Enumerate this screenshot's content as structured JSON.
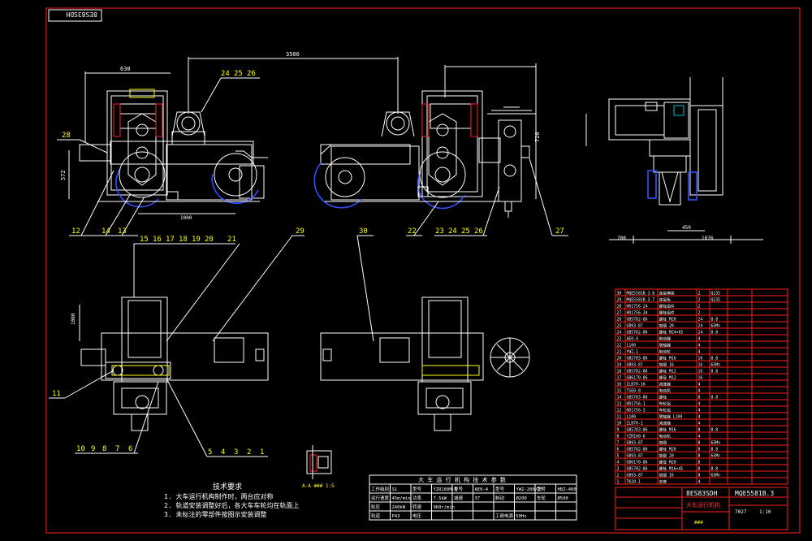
{
  "drawing_no": "8ES83SDH",
  "dimensions": {
    "top_span": "3500",
    "left_width": "630",
    "left_height": "572",
    "left_bottom": "1000",
    "right_height": "720",
    "side_a": "700",
    "side_b": "450",
    "side_c": "1076",
    "plan_height": "1080"
  },
  "balloons": {
    "top_left": [
      "24",
      "25",
      "26"
    ],
    "left_side": [
      "28"
    ],
    "left_bottom": [
      "12",
      "14",
      "13"
    ],
    "mid_row": [
      "15",
      "16",
      "17",
      "18",
      "19",
      "20",
      "21"
    ],
    "mid_29": "29",
    "mid_30": "30",
    "right_bottom": [
      "22",
      "23",
      "24",
      "25",
      "26"
    ],
    "right_27": "27",
    "plan_11": "11",
    "plan_left": [
      "10",
      "9",
      "8",
      "7",
      "6"
    ],
    "plan_right": [
      "5",
      "4",
      "3",
      "2",
      "1"
    ]
  },
  "notes": {
    "title": "技术要求",
    "lines": [
      "1.  大车运行机构制作时，两台应对称",
      "2.  轨道安装调整好后，各大车车轮均在轨面上",
      "3.  未标注的零部件按图示安装调整"
    ]
  },
  "detail_label": "A-A  ###  1:5",
  "spec_table": {
    "title": "大 车 运 行 机 构 技 术 参 数",
    "rows": [
      [
        "工作级别",
        "S1",
        "型号",
        "YZR160M-6",
        "型号",
        "AE0-4",
        "型号",
        "YWZ-200/25",
        "型号",
        "HBZ-400"
      ],
      [
        "运行速度",
        "45m/min",
        "功率",
        "7.5kW",
        "减速",
        "37",
        "制动",
        "Ø200",
        "车轮",
        "Ø500"
      ],
      [
        "轮压",
        "240kN",
        "转速",
        "960r/min",
        "",
        "",
        "",
        "",
        "",
        ""
      ],
      [
        "轨道",
        "P43",
        "电压",
        "",
        "",
        "",
        "工频电源 50Hz",
        "",
        "",
        ""
      ]
    ]
  },
  "title_block": {
    "code": "MQE5581B.3",
    "name": "8ES83SDH",
    "part": "大车运行机构",
    "scale": "1:10",
    "sheet": "7027",
    "company": "###"
  },
  "bom": {
    "rows": [
      [
        "30",
        "MQE5581B.3.8",
        "连接横梁",
        "2",
        "Q235",
        "",
        ""
      ],
      [
        "29",
        "MQE5581B.3.7",
        "连接板",
        "2",
        "Q235",
        "",
        ""
      ],
      [
        "28",
        "HD1756-24",
        "螺栓组件",
        "2",
        "",
        "",
        ""
      ],
      [
        "27",
        "HD1756-34",
        "螺栓组件",
        "2",
        "",
        "",
        ""
      ],
      [
        "26",
        "GB5782-86",
        "螺栓 M20",
        "24",
        "8.8",
        "",
        ""
      ],
      [
        "25",
        "GB93-87",
        "垫圈 20",
        "24",
        "65Mn",
        "",
        ""
      ],
      [
        "24",
        "GB5782-86",
        "螺栓 M24×65",
        "24",
        "8.8",
        "",
        ""
      ],
      [
        "23",
        "AE0-4",
        "制动器",
        "4",
        "",
        "",
        ""
      ],
      [
        "22",
        "L100",
        "联轴器",
        "4",
        "",
        "",
        ""
      ],
      [
        "21",
        "YWZ-1",
        "制动轮",
        "4",
        "",
        "",
        ""
      ],
      [
        "20",
        "GB5783-86",
        "螺栓 M16",
        "16",
        "8.8",
        "",
        ""
      ],
      [
        "19",
        "GB93-87",
        "垫圈 16",
        "16",
        "65Mn",
        "",
        ""
      ],
      [
        "18",
        "GB5782-86",
        "螺栓 M12",
        "16",
        "8.8",
        "",
        ""
      ],
      [
        "17",
        "GB6170-86",
        "螺母 M12",
        "16",
        "",
        "",
        ""
      ],
      [
        "16",
        "ZLB70-16",
        "减速器",
        "4",
        "",
        "",
        ""
      ],
      [
        "15",
        "TSE0-8",
        "电动机",
        "4",
        "",
        "",
        ""
      ],
      [
        "14",
        "GB5783-86",
        "螺栓",
        "8",
        "8.8",
        "",
        ""
      ],
      [
        "13",
        "HD1756-1",
        "车轮组",
        "4",
        "",
        "",
        ""
      ],
      [
        "12",
        "HD1756-3",
        "车轮组",
        "4",
        "",
        "",
        ""
      ],
      [
        "11",
        "L100",
        "联轴器 L100",
        "4",
        "",
        "",
        ""
      ],
      [
        "10",
        "ZLB70-1",
        "减速器",
        "4",
        "",
        "",
        ""
      ],
      [
        "9",
        "GB5783-86",
        "螺栓 M16",
        "8",
        "8.8",
        "",
        ""
      ],
      [
        "8",
        "YZR160-6",
        "电动机",
        "4",
        "",
        "",
        ""
      ],
      [
        "7",
        "GB93-87",
        "垫圈",
        "8",
        "65Mn",
        "",
        ""
      ],
      [
        "6",
        "GB5782-86",
        "螺栓 M20",
        "8",
        "8.8",
        "",
        ""
      ],
      [
        "5",
        "GB93-87",
        "垫圈 20",
        "8",
        "65Mn",
        "",
        ""
      ],
      [
        "4",
        "GB6170-86",
        "螺母 M20",
        "8",
        "",
        "",
        ""
      ],
      [
        "3",
        "GB5782-86",
        "螺栓 M16×45",
        "8",
        "8.8",
        "",
        ""
      ],
      [
        "2",
        "GB93-87",
        "垫圈 16",
        "8",
        "65Mn",
        "",
        ""
      ],
      [
        "1",
        "TK20-1",
        "支座",
        "4",
        "",
        "",
        ""
      ]
    ]
  }
}
